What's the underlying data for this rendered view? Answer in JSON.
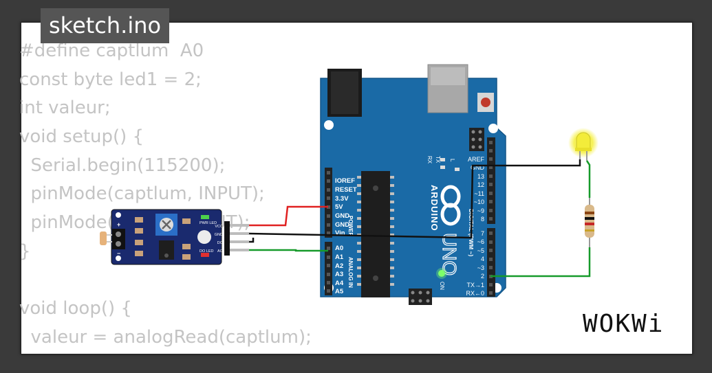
{
  "title": "sketch.ino",
  "code_lines": [
    "#define captlum  A0",
    "const byte led1 = 2;",
    "int valeur;",
    "void setup() {",
    "  Serial.begin(115200);",
    "  pinMode(captlum, INPUT);",
    "  pinMode(led1, OUTPUT);",
    "}",
    "",
    "void loop() {",
    "  valeur = analogRead(captlum);"
  ],
  "brand": "WOKWi",
  "arduino": {
    "brand": "ARDUINO",
    "model": "UNO",
    "power_pins": [
      "IOREF",
      "RESET",
      "3.3V",
      "5V",
      "GND",
      "GND",
      "Vin"
    ],
    "analog_pins": [
      "A0",
      "A1",
      "A2",
      "A3",
      "A4",
      "A5"
    ],
    "power_label": "POWER",
    "analog_label": "ANALOG IN",
    "digital_label": "DIGITAL (PWM ~)",
    "digital_pins_top": [
      "AREF",
      "GND",
      "13",
      "12",
      "~11",
      "~10",
      "~9",
      "8"
    ],
    "digital_pins_bottom": [
      "7",
      "~6",
      "~5",
      "4",
      "~3",
      "2",
      "TX→1",
      "RX←0"
    ],
    "tx": "TX",
    "rx": "RX",
    "l": "L",
    "on": "ON"
  },
  "sensor": {
    "pins": [
      "VCC",
      "GND",
      "DO",
      "AO"
    ],
    "pwr_led": "PWR LED",
    "do_led": "DO LED",
    "plus": "+",
    "minus": "−"
  }
}
